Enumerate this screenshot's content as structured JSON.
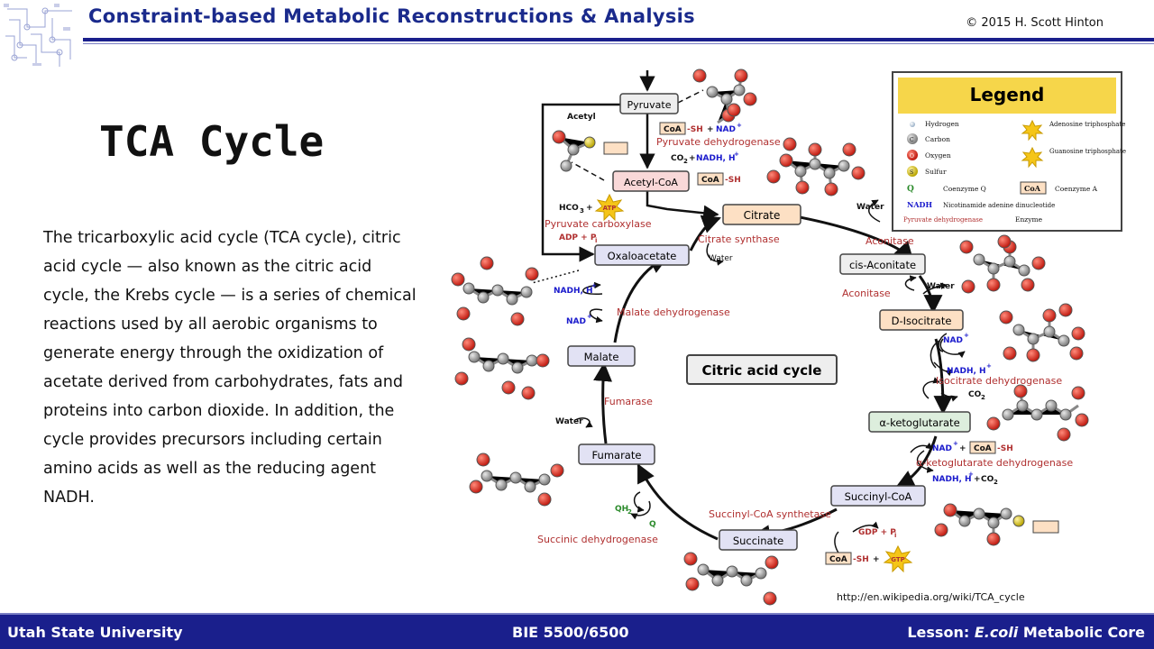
{
  "header": {
    "title": "Constraint-based Metabolic Reconstructions & Analysis",
    "copyright": "© 2015 H. Scott Hinton"
  },
  "slide": {
    "title": "TCA Cycle",
    "body": "The tricarboxylic acid cycle (TCA cycle), citric acid cycle — also known as the citric acid cycle, the Krebs cycle — is a series of chemical reactions used by all aerobic organisms to generate energy through the oxidization of acetate derived from carbohydrates, fats and proteins into carbon dioxide. In addition, the cycle provides precursors including certain amino acids as well as the reducing agent NADH."
  },
  "diagram": {
    "center_label": "Citric acid cycle",
    "metabolites": {
      "pyruvate": "Pyruvate",
      "acetyl_coa": "Acetyl-CoA",
      "citrate": "Citrate",
      "cis_aconitate": "cis-Aconitate",
      "d_isocitrate": "D-Isocitrate",
      "a_ketoglutarate": "α-ketoglutarate",
      "succinyl_coa": "Succinyl-CoA",
      "succinate": "Succinate",
      "fumarate": "Fumarate",
      "malate": "Malate",
      "oxaloacetate": "Oxaloacetate"
    },
    "enzymes": {
      "pyruvate_dh": "Pyruvate dehydrogenase",
      "pyruvate_carboxylase": "Pyruvate carboxylase",
      "citrate_synthase": "Citrate synthase",
      "aconitase1": "Aconitase",
      "aconitase2": "Aconitase",
      "isocitrate_dh": "Isocitrate dehydrogenase",
      "akg_dh": "α-ketoglutarate dehydrogenase",
      "succinyl_coa_synthetase": "Succinyl-CoA synthetase",
      "succinic_dh": "Succinic dehydrogenase",
      "fumarase": "Fumarase",
      "malate_dh": "Malate dehydrogenase"
    },
    "cofactors": {
      "acetyl_label": "Acetyl",
      "coa": "CoA",
      "sh": "-SH",
      "nad": "NAD",
      "nadh_h": "NADH, H",
      "co2": "CO",
      "water": "Water",
      "hco3": "HCO",
      "atp": "ATP",
      "adp_pi": "ADP + P",
      "gdp_pi": "GDP + P",
      "gtp": "GTP",
      "qh2": "QH",
      "q": "Q",
      "plus": "+",
      "sub_i": "i",
      "sub_2": "2",
      "sub_3": "3",
      "sup_plus": "+"
    },
    "legend": {
      "title": "Legend",
      "hydrogen": "Hydrogen",
      "carbon": "Carbon",
      "oxygen": "Oxygen",
      "sulfur": "Sulfur",
      "atp_desc": "Adenosine triphosphate",
      "gtp_desc": "Guanosine triphosphate",
      "q_abbr": "Q",
      "q_desc": "Coenzyme Q",
      "coa_abbr": "CoA",
      "coa_desc": "Coenzyme A",
      "nadh_abbr": "NADH",
      "nadh_desc": "Nicotinamide adenine dinucleotide",
      "enzyme_example": "Pyruvate dehydrogenase",
      "enzyme_desc": "Enzyme",
      "atom_c": "C",
      "atom_o": "O",
      "atom_s": "S"
    },
    "source_url": "http://en.wikipedia.org/wiki/TCA_cycle"
  },
  "footer": {
    "left": "Utah State University",
    "middle": "BIE 5500/6500",
    "right_prefix": "Lesson: ",
    "right_italic": "E.coli",
    "right_suffix": " Metabolic Core"
  },
  "colors": {
    "header_blue": "#1a2a8c",
    "enzyme_red": "#b03030",
    "nad_blue": "#1a1acc",
    "oxygen_red": "#d42a1a",
    "carbon_grey": "#9a9a9a",
    "atp_yellow": "#f5c518"
  }
}
